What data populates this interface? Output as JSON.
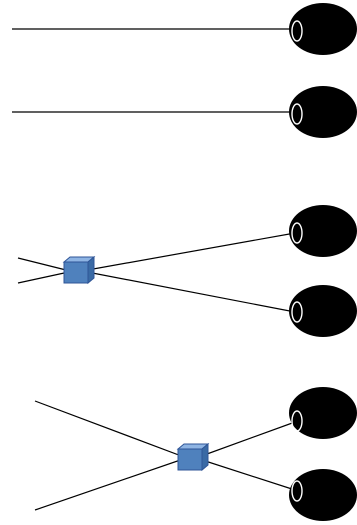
{
  "diagram": {
    "colors": {
      "background": "#ffffff",
      "line": "#000000",
      "eye_fill": "#000000",
      "eye_highlight": "#ffffff",
      "cube_front": "#4f81bd",
      "cube_top": "#8eb4e3",
      "cube_side": "#3a6aa5",
      "cube_edge": "#2f5597"
    },
    "panels": [
      {
        "id": "panel-1",
        "description_icon": "eye-icon",
        "has_cube": false
      },
      {
        "id": "panel-2",
        "description_icon": "eye-icon",
        "has_cube": false
      },
      {
        "id": "panel-3",
        "description_icon": "eye-icon",
        "has_cube": true,
        "eyes": 2
      },
      {
        "id": "panel-4",
        "description_icon": "eye-icon",
        "has_cube": true,
        "eyes": 2
      }
    ]
  }
}
